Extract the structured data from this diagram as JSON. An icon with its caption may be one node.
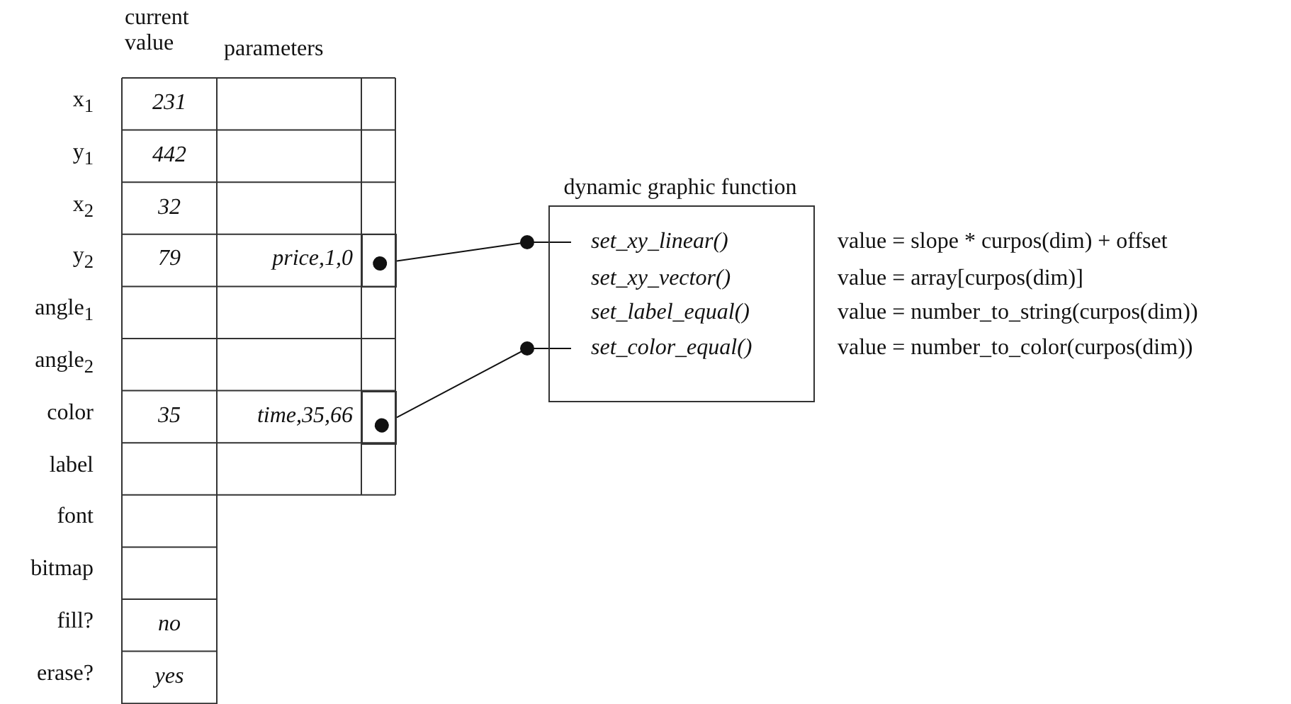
{
  "diagram": {
    "nodes": [
      {
        "text": [],
        "shape": "box"
      },
      {
        "text": [],
        "shape": "box"
      },
      {
        "text": [
          "dynamic graphic function"
        ]
      },
      {
        "text": [
          "set_xy_linear()"
        ],
        "in": 2
      },
      {
        "text": [
          "set_xy_vector()"
        ],
        "in": 2
      },
      {
        "text": [
          "set_label_equal()"
        ],
        "in": 2
      },
      {
        "text": [
          "set_color_equal()"
        ],
        "in": 2
      }
    ],
    "edges": [
      {
        "from": 0,
        "to": 3,
        "arrow": "other"
      },
      {
        "from": 1,
        "to": 6,
        "arrow": "other"
      }
    ],
    "labels": [
      "current value",
      "parameters",
      "x$_{1}$",
      "231",
      "y$_{1}$",
      "442",
      "x$_{2}$",
      "32",
      "y$_{2}$",
      "79",
      "price,1,0",
      "angle$_{1}$",
      "angle$_{2}$",
      "color",
      "35",
      "time,35,66",
      "label",
      "font",
      "bitmap",
      "fill?",
      "no",
      "erase?",
      "yes",
      "value = slope * curpos(dim) + offset",
      "value = array[curpos(dim)]",
      "value = number_to_string(curpos(dim))",
      "value = number_to_color(curpos(dim))"
    ]
  }
}
